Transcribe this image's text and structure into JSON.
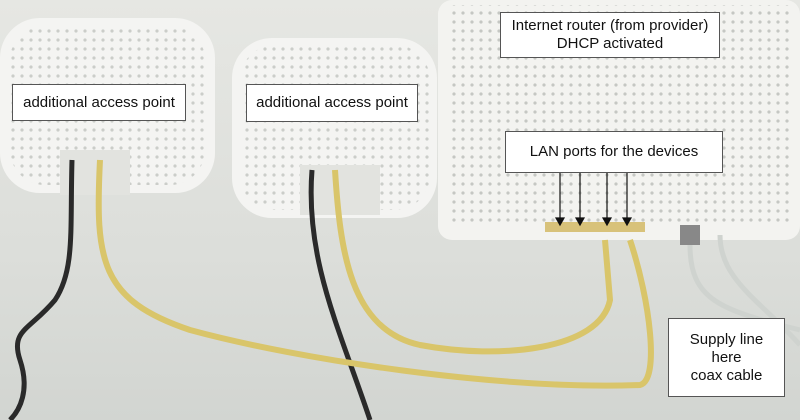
{
  "labels": {
    "ap_left": "additional access point",
    "ap_middle": "additional access point",
    "router": {
      "line1": "Internet router (from provider)",
      "line2": "DHCP activated"
    },
    "lan_ports": "LAN ports for the devices",
    "supply": {
      "line1": "Supply line",
      "line2": "here",
      "line3": "coax cable"
    }
  },
  "colors": {
    "cable_yellow": "#d9c56a",
    "cable_black": "#2a2a2a",
    "device_white": "#f4f4f2"
  }
}
